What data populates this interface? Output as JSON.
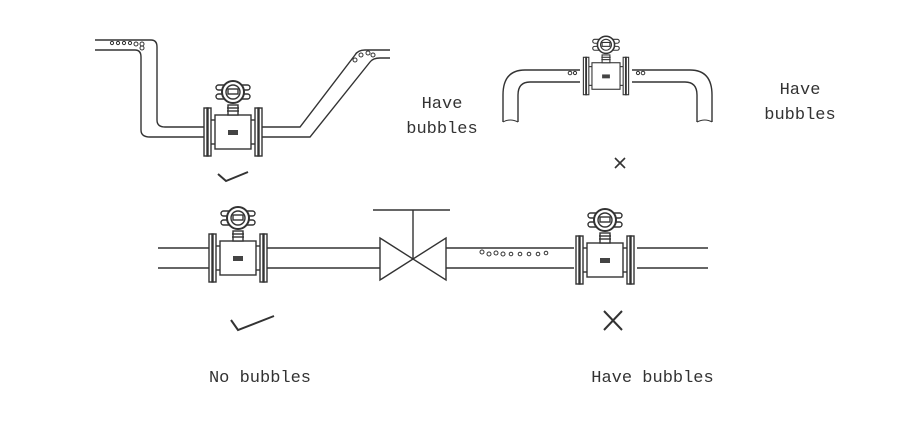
{
  "labels": {
    "top_left_note": [
      "Have",
      "bubbles"
    ],
    "top_right_note": [
      "Have",
      "bubbles"
    ],
    "bottom_left_caption": "No bubbles",
    "bottom_right_caption": "Have bubbles"
  },
  "marks": {
    "top_left": "correct",
    "top_right": "incorrect",
    "bottom_left": "correct",
    "bottom_right": "incorrect"
  },
  "colors": {
    "line": "#333333",
    "background": "#ffffff"
  }
}
